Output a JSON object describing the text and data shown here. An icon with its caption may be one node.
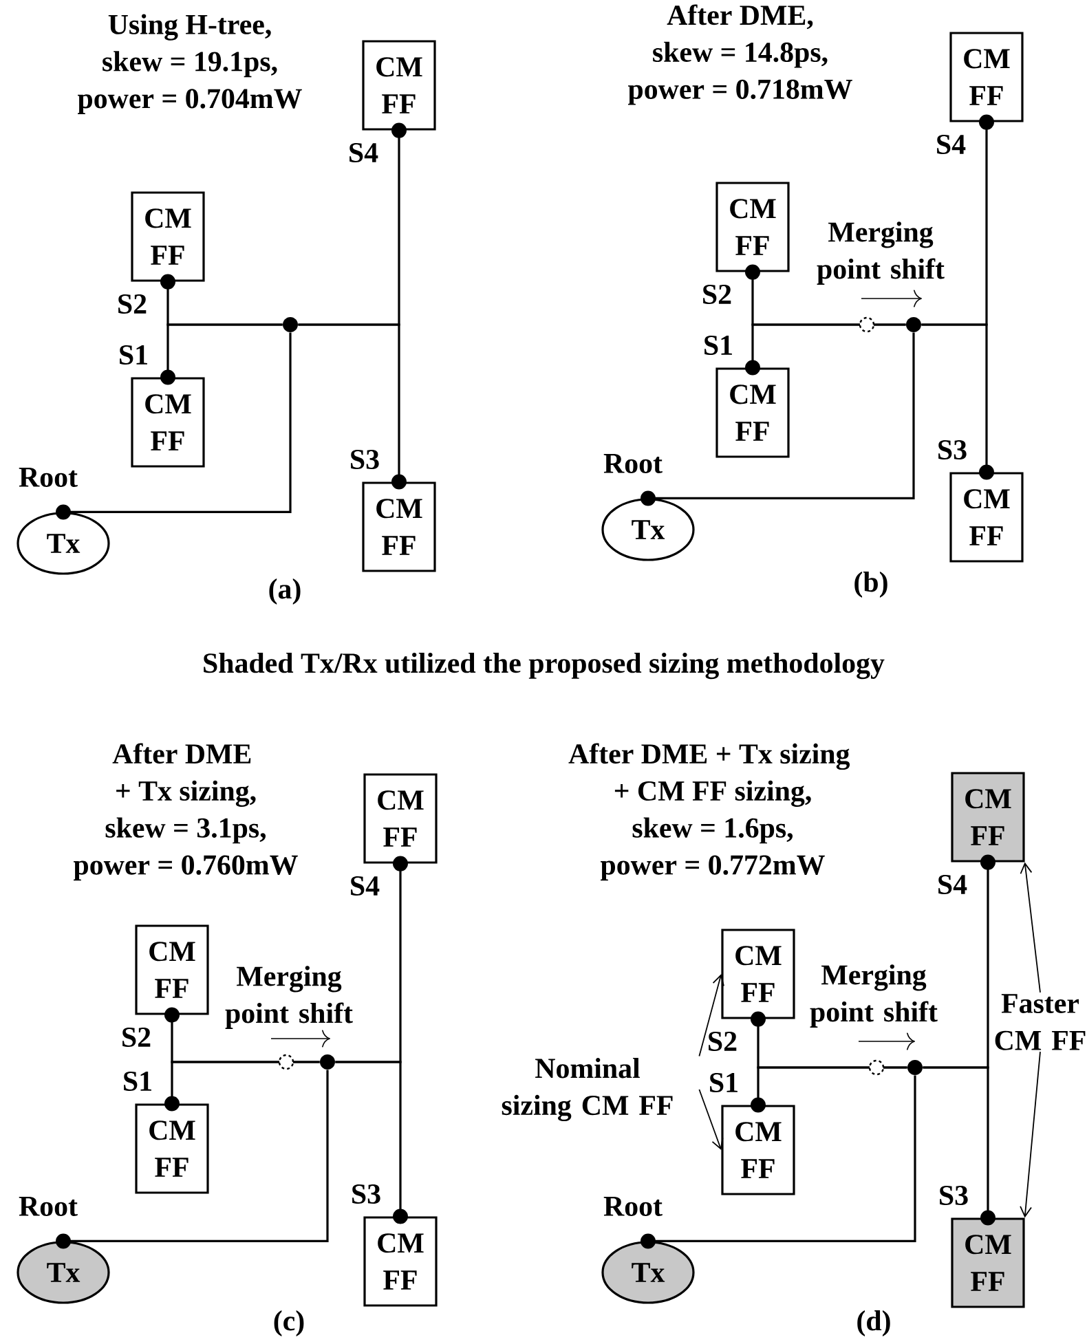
{
  "diagram": {
    "nodes": [
      {
        "text": [
          "CM FF"
        ],
        "beside": [
          "S4"
        ]
      },
      {
        "text": [
          "CM FF"
        ],
        "beside": [
          "S2"
        ]
      },
      {
        "text": [
          "CM FF"
        ],
        "beside": [
          "S1"
        ]
      },
      {
        "text": [
          "CM FF"
        ],
        "beside": [
          "S3"
        ]
      },
      {
        "text": [
          "Tx"
        ],
        "beside": [
          "Root"
        ]
      },
      {
        "text": [],
        "shape": "circle"
      },
      {
        "text": [
          "CM FF"
        ],
        "beside": [
          "S4"
        ]
      },
      {
        "text": [
          "CM FF"
        ],
        "beside": [
          "S2"
        ]
      },
      {
        "text": [
          "CM FF"
        ],
        "beside": [
          "S1"
        ]
      },
      {
        "text": [
          "CM FF"
        ],
        "beside": [
          "S3"
        ]
      },
      {
        "text": [
          "Tx"
        ],
        "beside": [
          "Root"
        ]
      },
      {
        "text": [],
        "shape": "circle"
      },
      {
        "text": [
          "CM FF"
        ],
        "beside": [
          "S4"
        ]
      },
      {
        "text": [
          "CM FF"
        ],
        "beside": [
          "S2"
        ]
      },
      {
        "text": [
          "CM FF"
        ],
        "beside": [
          "S1"
        ]
      },
      {
        "text": [
          "CM FF"
        ],
        "beside": [
          "S3"
        ]
      },
      {
        "text": [
          "Tx"
        ],
        "beside": [
          "Root"
        ]
      },
      {
        "text": [],
        "shape": "circle"
      },
      {
        "text": [
          "CM FF"
        ],
        "beside": [
          "S4"
        ]
      },
      {
        "text": [
          "CM FF"
        ],
        "beside": [
          "S2"
        ]
      },
      {
        "text": [
          "CM FF"
        ],
        "beside": [
          "S1"
        ]
      },
      {
        "text": [
          "CM FF"
        ],
        "beside": [
          "S3"
        ]
      },
      {
        "text": [
          "Tx"
        ],
        "beside": [
          "Root"
        ]
      },
      {
        "text": [],
        "shape": "circle"
      },
      {
        "text": [
          "Nominal sizing CM FF"
        ]
      },
      {
        "text": [
          "Faster CM FF"
        ]
      }
    ],
    "edges": [
      {
        "from": 4,
        "to": 5,
        "arrow": "other"
      },
      {
        "from": 5,
        "to": 1,
        "arrow": "other"
      },
      {
        "from": 5,
        "to": 2,
        "arrow": "other"
      },
      {
        "from": 5,
        "to": 0,
        "arrow": "other"
      },
      {
        "from": 5,
        "to": 3,
        "arrow": "other"
      },
      {
        "from": 10,
        "to": 11,
        "arrow": "other"
      },
      {
        "from": 11,
        "to": 7,
        "arrow": "other"
      },
      {
        "from": 11,
        "to": 8,
        "arrow": "other"
      },
      {
        "from": 11,
        "to": 6,
        "arrow": "other"
      },
      {
        "from": 11,
        "to": 9,
        "arrow": "other"
      },
      {
        "from": 16,
        "to": 17,
        "arrow": "other"
      },
      {
        "from": 17,
        "to": 13,
        "arrow": "other"
      },
      {
        "from": 17,
        "to": 14,
        "arrow": "other"
      },
      {
        "from": 17,
        "to": 12,
        "arrow": "other"
      },
      {
        "from": 17,
        "to": 15,
        "arrow": "other"
      },
      {
        "from": 22,
        "to": 23,
        "arrow": "other"
      },
      {
        "from": 23,
        "to": 19,
        "arrow": "other"
      },
      {
        "from": 23,
        "to": 20,
        "arrow": "other"
      },
      {
        "from": 23,
        "to": 18,
        "arrow": "other"
      },
      {
        "from": 23,
        "to": 21,
        "arrow": "other"
      },
      {
        "from": 24,
        "to": 19,
        "arrow": "to"
      },
      {
        "from": 24,
        "to": 20,
        "arrow": "to"
      },
      {
        "from": 25,
        "to": 18,
        "arrow": "to"
      },
      {
        "from": 25,
        "to": 21,
        "arrow": "to"
      }
    ],
    "labels": [
      "Using H-tree, skew = 19.1ps, power = 0.704mW",
      "After DME, skew = 14.8ps, power = 0.718mW",
      "Merging point shift",
      "(a)",
      "(b)",
      "Shaded Tx/Rx utilized the proposed sizing methodology",
      "After DME + Tx sizing, skew = 3.1ps, power = 0.760mW",
      "After DME  + Tx sizing + CM FF sizing, skew = 1.6ps, power = 0.772mW",
      "Merging point shift",
      "Merging point shift",
      "(c)",
      "(d)"
    ]
  }
}
